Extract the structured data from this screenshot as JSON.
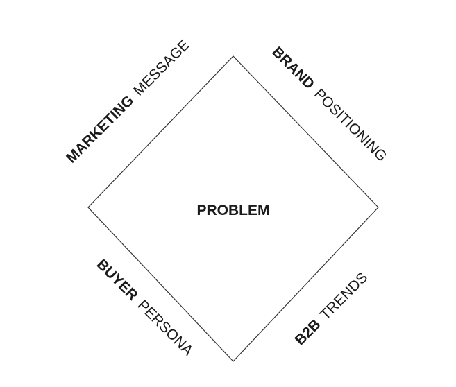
{
  "diagram": {
    "center": "PROBLEM",
    "top_left": {
      "strong": "MARKETING",
      "rest": "MESSAGE"
    },
    "top_right": {
      "strong": "BRAND",
      "rest": "POSITIONING"
    },
    "bottom_left": {
      "strong": "BUYER",
      "rest": "PERSONA"
    },
    "bottom_right": {
      "strong": "B2B",
      "rest": "TRENDS"
    }
  },
  "colors": {
    "line": "#333333",
    "text": "#1a1a1a",
    "background": "#ffffff"
  }
}
